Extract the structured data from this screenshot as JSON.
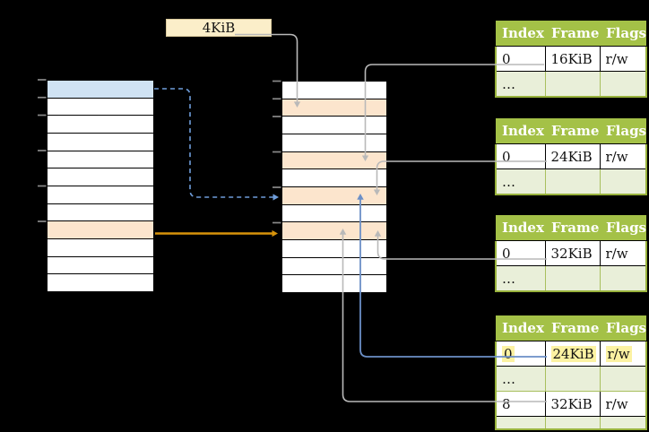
{
  "size_label": {
    "text": "4KiB"
  },
  "colors": {
    "background": "#000000",
    "row_white": "#ffffff",
    "row_blue": "#cfe2f3",
    "row_orange": "#fce5cd",
    "label_box_fill": "#fbeec9",
    "green_header": "#a4c147",
    "green_border": "#98b23c",
    "row_light_green": "#e9efd9",
    "highlight_yellow": "#fcf2a2",
    "arrow_gray": "#b9b9b9",
    "arrow_blue_dashed": "#6f9edb",
    "arrow_blue_solid": "#6b8fc7",
    "arrow_orange": "#d7930b",
    "tick_gray": "#8a8a8a"
  },
  "virtual_memory_table": {
    "row_count": 12,
    "colored_rows": {
      "0": "row_blue",
      "8": "row_orange"
    },
    "tick_boundaries": [
      0,
      1,
      2,
      4,
      6,
      8
    ]
  },
  "physical_memory_table": {
    "row_count": 12,
    "colored_rows": {
      "1": "row_orange",
      "4": "row_orange",
      "6": "row_orange",
      "8": "row_orange"
    },
    "tick_boundaries": [
      0,
      1,
      2,
      4,
      6,
      8
    ]
  },
  "page_tables": [
    {
      "id": "page-table-1",
      "columns": [
        "Index",
        "Frame",
        "Flags"
      ],
      "rows": [
        {
          "cells": [
            "0",
            "16KiB",
            "r/w"
          ],
          "style": "value",
          "highlighted": false
        },
        {
          "cells": [
            "…",
            "",
            ""
          ],
          "style": "dots",
          "highlighted": false
        }
      ]
    },
    {
      "id": "page-table-2",
      "columns": [
        "Index",
        "Frame",
        "Flags"
      ],
      "rows": [
        {
          "cells": [
            "0",
            "24KiB",
            "r/w"
          ],
          "style": "value",
          "highlighted": false
        },
        {
          "cells": [
            "…",
            "",
            ""
          ],
          "style": "dots",
          "highlighted": false
        }
      ]
    },
    {
      "id": "page-table-3",
      "columns": [
        "Index",
        "Frame",
        "Flags"
      ],
      "rows": [
        {
          "cells": [
            "0",
            "32KiB",
            "r/w"
          ],
          "style": "value",
          "highlighted": false
        },
        {
          "cells": [
            "…",
            "",
            ""
          ],
          "style": "dots",
          "highlighted": false
        }
      ]
    },
    {
      "id": "page-table-4",
      "columns": [
        "Index",
        "Frame",
        "Flags"
      ],
      "rows": [
        {
          "cells": [
            "0",
            "24KiB",
            "r/w"
          ],
          "style": "value",
          "highlighted": true
        },
        {
          "cells": [
            "…",
            "",
            ""
          ],
          "style": "dots",
          "highlighted": false
        },
        {
          "cells": [
            "8",
            "32KiB",
            "r/w"
          ],
          "style": "value",
          "highlighted": false
        },
        {
          "cells": [
            "…",
            "",
            ""
          ],
          "style": "dots",
          "highlighted": false
        }
      ]
    }
  ],
  "arrows": [
    {
      "id": "size-label-to-frame-1",
      "from": "size-label-box",
      "to": "physical-frame-1",
      "color": "arrow_gray",
      "dashed": false,
      "width": 1.6
    },
    {
      "id": "pt1-16kib-to-frame-4",
      "from": "page-table-1-row-0",
      "to": "physical-frame-4",
      "color": "arrow_gray",
      "dashed": false,
      "width": 1.6
    },
    {
      "id": "pt2-24kib-to-frame-6",
      "from": "page-table-2-row-0",
      "to": "physical-frame-6",
      "color": "arrow_gray",
      "dashed": false,
      "width": 1.6
    },
    {
      "id": "pt3-32kib-to-frame-8",
      "from": "page-table-3-row-0",
      "to": "physical-frame-8",
      "color": "arrow_gray",
      "dashed": false,
      "width": 1.6
    },
    {
      "id": "pt4-24kib-to-frame-6",
      "from": "page-table-4-row-0",
      "to": "physical-frame-6",
      "color": "arrow_blue_solid",
      "dashed": false,
      "width": 1.8
    },
    {
      "id": "pt4-32kib-to-frame-8",
      "from": "page-table-4-row-2",
      "to": "physical-frame-8",
      "color": "arrow_gray",
      "dashed": false,
      "width": 1.6
    },
    {
      "id": "virtual-page-0-to-frame-6",
      "from": "virtual-row-0",
      "to": "physical-frame-6",
      "color": "arrow_blue_dashed",
      "dashed": true,
      "width": 1.6
    },
    {
      "id": "virtual-page-8-to-frame-8",
      "from": "virtual-row-8",
      "to": "physical-frame-8",
      "color": "arrow_orange",
      "dashed": false,
      "width": 2.4
    }
  ]
}
